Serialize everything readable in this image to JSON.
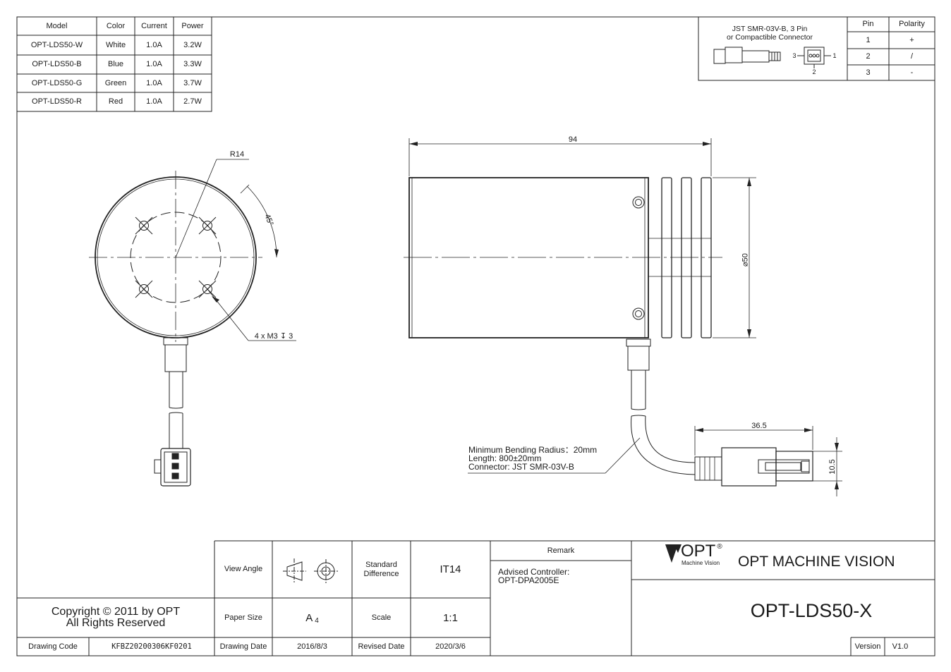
{
  "spec_table": {
    "headers": [
      "Model",
      "Color",
      "Current",
      "Power"
    ],
    "rows": [
      [
        "OPT-LDS50-W",
        "White",
        "1.0A",
        "3.2W"
      ],
      [
        "OPT-LDS50-B",
        "Blue",
        "1.0A",
        "3.3W"
      ],
      [
        "OPT-LDS50-G",
        "Green",
        "1.0A",
        "3.7W"
      ],
      [
        "OPT-LDS50-R",
        "Red",
        "1.0A",
        "2.7W"
      ]
    ]
  },
  "connector_table": {
    "title": "JST SMR-03V-B, 3 Pin\nor Compactible Connector",
    "headers": [
      "Pin",
      "Polarity"
    ],
    "rows": [
      [
        "1",
        "+"
      ],
      [
        "2",
        "/"
      ],
      [
        "3",
        "-"
      ]
    ],
    "diagram_labels": {
      "pin_left": "3",
      "pin_right": "1",
      "pin_bottom": "2"
    }
  },
  "dimensions": {
    "radius": "R14",
    "angle": "45°",
    "holes": "4 x M3 ↧ 3",
    "length": "94",
    "diameter": "⌀50",
    "connector_length": "36.5",
    "connector_height": "10.5"
  },
  "cable_note": {
    "line1": "Minimum Bending Radius：20mm",
    "line2": "Length: 800±20mm",
    "line3": "Connector: JST SMR-03V-B"
  },
  "title_block": {
    "copyright": "Copyright © 2011 by OPT\nAll Rights Reserved",
    "drawing_code_label": "Drawing Code",
    "drawing_code": "KFBZ20200306KF0201",
    "view_angle_label": "View Angle",
    "standard_difference_label": "Standard\nDifference",
    "standard_difference": "IT14",
    "remark_label": "Remark",
    "remark": "Advised Controller:\nOPT-DPA2005E",
    "paper_size_label": "Paper Size",
    "paper_size": "A",
    "paper_size_sub": "4",
    "scale_label": "Scale",
    "scale": "1:1",
    "drawing_date_label": "Drawing Date",
    "drawing_date": "2016/8/3",
    "revised_date_label": "Revised Date",
    "revised_date": "2020/3/6",
    "logo_text": "OPT",
    "logo_reg": "®",
    "logo_sub": "Machine Vision",
    "company": "OPT MACHINE VISION",
    "part_number": "OPT-LDS50-X",
    "version_label": "Version",
    "version": "V1.0"
  }
}
